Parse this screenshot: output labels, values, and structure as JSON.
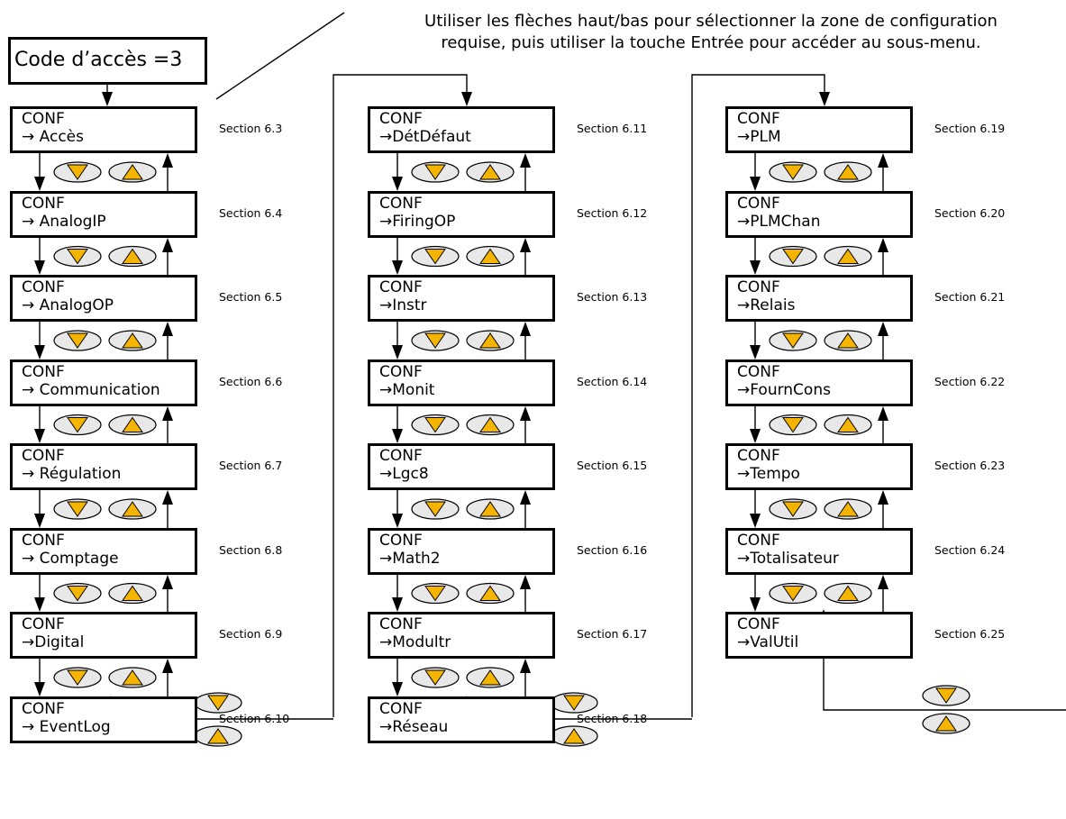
{
  "access_code": {
    "label": "Code d’accès =",
    "value": "3"
  },
  "instruction": {
    "line1": "Utiliser les flèches haut/bas pour sélectionner la zone de configuration",
    "line2": "requise, puis utiliser la touche Entrée pour accéder au sous-menu."
  },
  "colors": {
    "key_fill": "#f5b400",
    "key_bg": "#e8e8e8",
    "line": "#000000"
  },
  "icons": {
    "down": "down-arrow-key-icon",
    "up": "up-arrow-key-icon"
  },
  "columns": [
    {
      "items": [
        {
          "title": "CONF",
          "param": "→ Accès",
          "section": "Section 6.3"
        },
        {
          "title": "CONF",
          "param": "→ AnalogIP",
          "section": "Section 6.4"
        },
        {
          "title": "CONF",
          "param": "→ AnalogOP",
          "section": "Section 6.5"
        },
        {
          "title": "CONF",
          "param": "→ Communication",
          "section": "Section 6.6"
        },
        {
          "title": "CONF",
          "param": "→ Régulation",
          "section": "Section 6.7"
        },
        {
          "title": "CONF",
          "param": "→ Comptage",
          "section": "Section 6.8"
        },
        {
          "title": "CONF",
          "param": "→Digital",
          "section": "Section 6.9"
        },
        {
          "title": "CONF",
          "param": "→ EventLog",
          "section": "Section 6.10"
        }
      ]
    },
    {
      "items": [
        {
          "title": "CONF",
          "param": "→DétDéfaut",
          "section": "Section 6.11"
        },
        {
          "title": "CONF",
          "param": "→FiringOP",
          "section": "Section 6.12"
        },
        {
          "title": "CONF",
          "param": "→Instr",
          "section": "Section 6.13"
        },
        {
          "title": "CONF",
          "param": "→Monit",
          "section": "Section 6.14"
        },
        {
          "title": "CONF",
          "param": "→Lgc8",
          "section": "Section 6.15"
        },
        {
          "title": "CONF",
          "param": "→Math2",
          "section": "Section 6.16"
        },
        {
          "title": "CONF",
          "param": "→Modultr",
          "section": "Section 6.17"
        },
        {
          "title": "CONF",
          "param": "→Réseau",
          "section": "Section 6.18"
        }
      ]
    },
    {
      "items": [
        {
          "title": "CONF",
          "param": "→PLM",
          "section": "Section 6.19"
        },
        {
          "title": "CONF",
          "param": "→PLMChan",
          "section": "Section 6.20"
        },
        {
          "title": "CONF",
          "param": "→Relais",
          "section": "Section 6.21"
        },
        {
          "title": "CONF",
          "param": "→FournCons",
          "section": "Section 6.22"
        },
        {
          "title": "CONF",
          "param": "→Tempo",
          "section": "Section 6.23"
        },
        {
          "title": "CONF",
          "param": "→Totalisateur",
          "section": "Section 6.24"
        },
        {
          "title": "CONF",
          "param": "→ValUtil",
          "section": "Section 6.25"
        }
      ]
    }
  ]
}
